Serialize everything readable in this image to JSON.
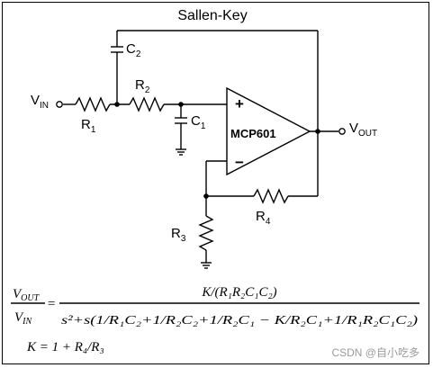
{
  "title": "Sallen-Key",
  "opamp": {
    "label": "MCP601",
    "plus": "+",
    "minus": "−"
  },
  "labels": {
    "vin": {
      "main": "V",
      "sub": "IN"
    },
    "vout": {
      "main": "V",
      "sub": "OUT"
    },
    "r1": {
      "main": "R",
      "sub": "1"
    },
    "r2": {
      "main": "R",
      "sub": "2"
    },
    "r3": {
      "main": "R",
      "sub": "3"
    },
    "r4": {
      "main": "R",
      "sub": "4"
    },
    "c1": {
      "main": "C",
      "sub": "1"
    },
    "c2": {
      "main": "C",
      "sub": "2"
    }
  },
  "equation": {
    "lhs_num": {
      "main": "V",
      "sub": "OUT"
    },
    "lhs_den": {
      "main": "V",
      "sub": "IN"
    },
    "equals": "=",
    "rhs_num": "K/(R₁R₂C₁C₂)",
    "rhs_den": "s²+s(1/R₁C₂+1/R₂C₂+1/R₂C₁ − K/R₂C₁+1/R₁R₂C₁C₂)",
    "gain": "K = 1 + R₄/R₃"
  },
  "watermark": "CSDN @自小吃多"
}
